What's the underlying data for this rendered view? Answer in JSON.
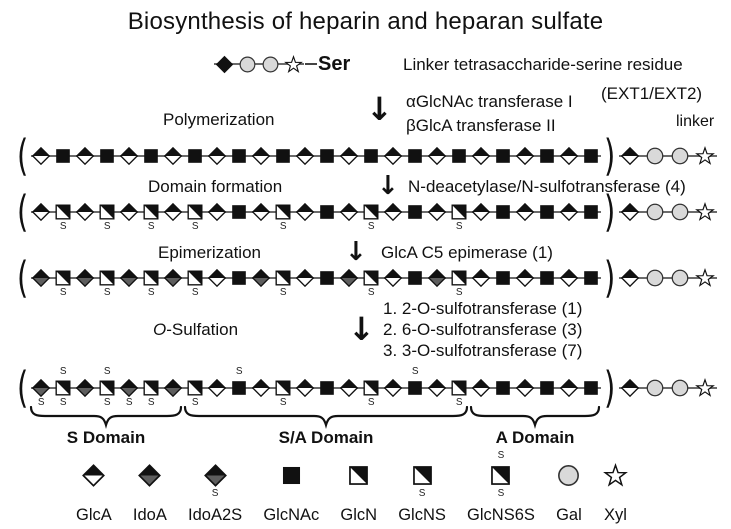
{
  "title": "Biosynthesis of heparin and heparan sulfate",
  "arrow_glyph": "↓",
  "linker_legend": {
    "units": [
      "diamond_black",
      "gal",
      "gal",
      "xyl"
    ],
    "ser": "Ser",
    "caption": "Linker tetrasaccharide-serine residue"
  },
  "steps": {
    "polymerization": {
      "label": "Polymerization",
      "enzyme_line1": "αGlcNAc transferase I",
      "enzyme_line2": "βGlcA transferase II",
      "note": "(EXT1/EXT2)",
      "linker_label": "linker"
    },
    "domain_formation": {
      "label": "Domain formation",
      "enzyme": "N-deacetylase/N-sulfotransferase (4)"
    },
    "epimerization": {
      "label": "Epimerization",
      "enzyme": "GlcA C5 epimerase (1)"
    },
    "o_sulfation": {
      "label_prefix": "O",
      "label_rest": "-Sulfation",
      "enzymes": [
        "1. 2-O-sulfotransferase (1)",
        "2. 6-O-sulfotransferase (3)",
        "3. 3-O-sulfotransferase (7)"
      ]
    }
  },
  "chains": {
    "chain1": {
      "units": [
        "glca",
        "glcnac",
        "glca",
        "glcnac",
        "glca",
        "glcnac",
        "glca",
        "glcnac",
        "glca",
        "glcnac",
        "glca",
        "glcnac",
        "glca",
        "glcnac",
        "glca",
        "glcnac",
        "glca",
        "glcnac",
        "glca",
        "glcnac",
        "glca",
        "glcnac",
        "glca",
        "glcnac",
        "glca",
        "glcnac"
      ],
      "linker": [
        "glca",
        "gal",
        "gal",
        "xyl"
      ]
    },
    "chain2": {
      "units": [
        "glca",
        "glcns",
        "glca",
        "glcns",
        "glca",
        "glcns",
        "glca",
        "glcns",
        "glca",
        "glcnac",
        "glca",
        "glcns",
        "glca",
        "glcnac",
        "glca",
        "glcns",
        "glca",
        "glcnac",
        "glca",
        "glcns",
        "glca",
        "glcnac",
        "glca",
        "glcnac",
        "glca",
        "glcnac"
      ],
      "linker": [
        "glca",
        "gal",
        "gal",
        "xyl"
      ]
    },
    "chain3": {
      "units": [
        "idoa",
        "glcns",
        "idoa",
        "glcns",
        "idoa",
        "glcns",
        "idoa",
        "glcns",
        "glca",
        "glcnac",
        "idoa",
        "glcns",
        "glca",
        "glcnac",
        "idoa",
        "glcns",
        "glca",
        "glcnac",
        "idoa",
        "glcns",
        "glca",
        "glcnac",
        "glca",
        "glcnac",
        "glca",
        "glcnac"
      ],
      "linker": [
        "glca",
        "gal",
        "gal",
        "xyl"
      ]
    },
    "chain4": {
      "units": [
        "idoa2s",
        "glcns6s",
        "idoa",
        "glcns6s",
        "idoa2s",
        "glcns",
        "idoa",
        "glcns",
        "glca",
        "glcnac6s",
        "glca",
        "glcns",
        "glca",
        "glcnac",
        "glca",
        "glcns",
        "glca",
        "glcnac6s",
        "glca",
        "glcns",
        "glca",
        "glcnac",
        "glca",
        "glcnac",
        "glca",
        "glcnac"
      ],
      "linker": [
        "glca",
        "gal",
        "gal",
        "xyl"
      ]
    }
  },
  "domains": [
    {
      "label": "S Domain",
      "start": 0,
      "span": 7
    },
    {
      "label": "S/A Domain",
      "start": 7,
      "span": 13
    },
    {
      "label": "A Domain",
      "start": 20,
      "span": 6
    }
  ],
  "legend": [
    {
      "glyph": "glca",
      "label": "GlcA"
    },
    {
      "glyph": "idoa",
      "label": "IdoA"
    },
    {
      "glyph": "idoa2s",
      "label": "IdoA2S"
    },
    {
      "glyph": "glcnac",
      "label": "GlcNAc"
    },
    {
      "glyph": "glcn",
      "label": "GlcN"
    },
    {
      "glyph": "glcns",
      "label": "GlcNS"
    },
    {
      "glyph": "glcns6s",
      "label": "GlcNS6S"
    },
    {
      "glyph": "gal",
      "label": "Gal"
    },
    {
      "glyph": "xyl",
      "label": "Xyl"
    }
  ],
  "colors": {
    "ink": "#111111",
    "idoa_fill": "#5e5e5e",
    "gal_fill": "#d9d9d9",
    "chain_line": "#6b6b6b"
  }
}
